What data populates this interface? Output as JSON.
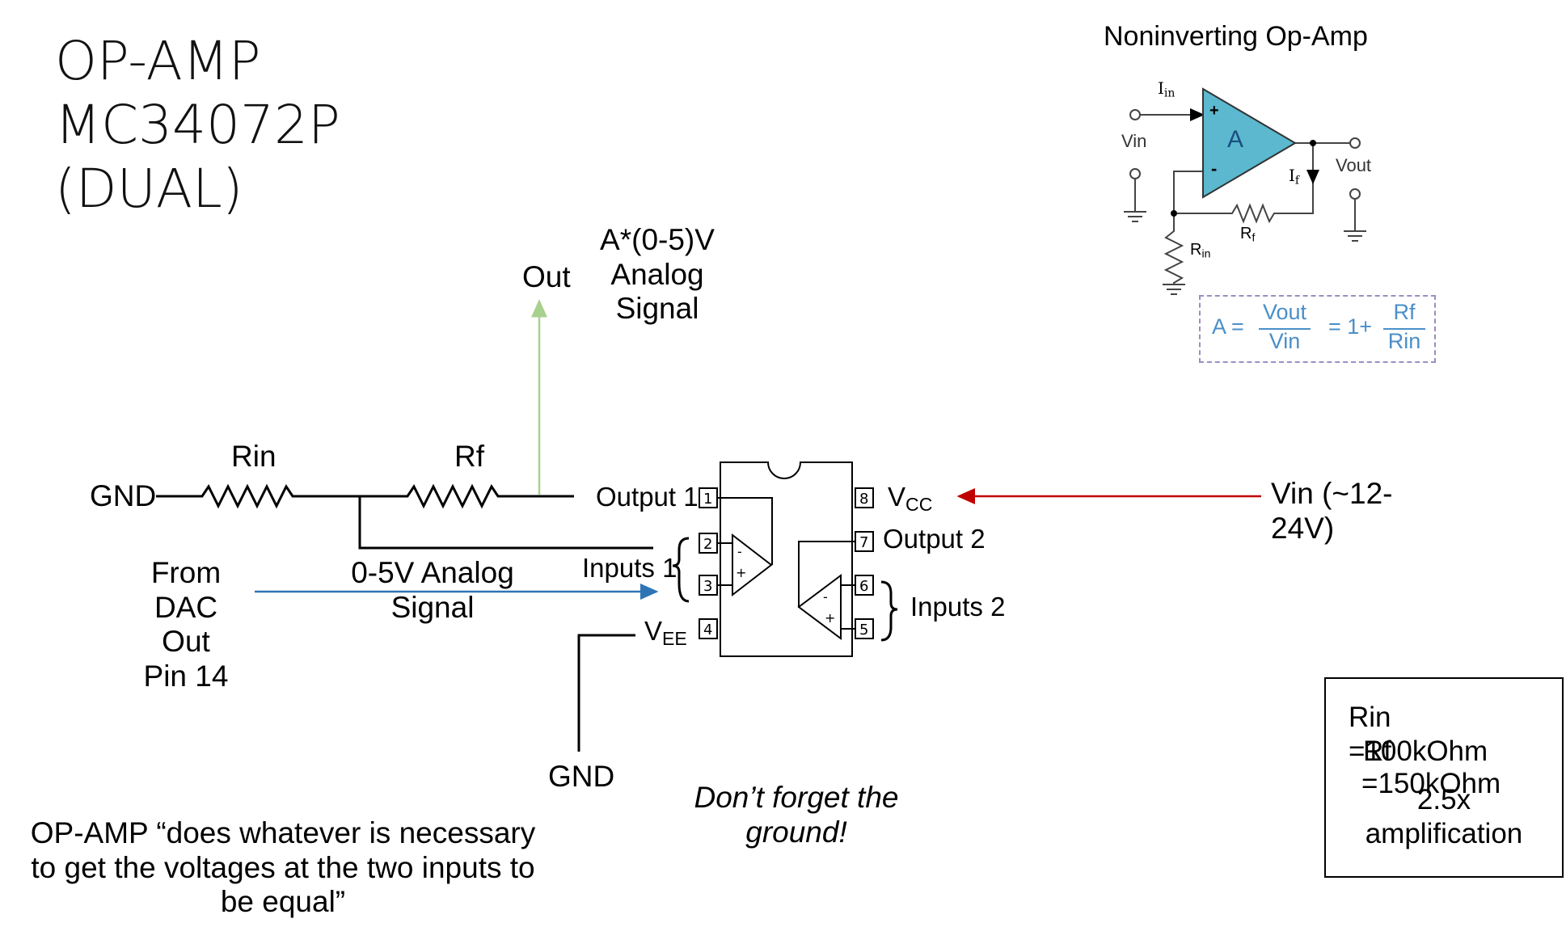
{
  "title": {
    "line1": "OP-AMP",
    "line2": "MC34072P",
    "line3": "(DUAL)"
  },
  "labels": {
    "gnd_left": "GND",
    "rin": "Rin",
    "rf": "Rf",
    "out": "Out",
    "out_signal": {
      "line1": "A*(0-5)V",
      "line2": "Analog",
      "line3": "Signal"
    },
    "dac": {
      "line1": "From",
      "line2": "DAC",
      "line3": "Out",
      "line4": "Pin 14"
    },
    "analog_in": {
      "line1": "0-5V Analog",
      "line2": "Signal"
    },
    "gnd_bottom": "GND",
    "vin_supply": {
      "line1": "Vin (~12-",
      "line2": "24V)"
    },
    "reminder": {
      "line1": "Don’t forget the",
      "line2": "ground!"
    },
    "quote": {
      "line1": "OP-AMP “does whatever is necessary",
      "line2": "to get the voltages at the two inputs to",
      "line3": "be equal”"
    }
  },
  "chip": {
    "output1": "Output 1",
    "inputs1": "Inputs 1",
    "vee": "V",
    "vee_sub": "EE",
    "vcc": "V",
    "vcc_sub": "CC",
    "output2": "Output 2",
    "inputs2": "Inputs 2",
    "pins": [
      "1",
      "2",
      "3",
      "4",
      "5",
      "6",
      "7",
      "8"
    ]
  },
  "reference": {
    "title": "Noninverting Op-Amp",
    "amp_letter": "A",
    "vin": "Vin",
    "vout": "Vout",
    "iin": "I",
    "iin_sub": "in",
    "if": "I",
    "if_sub": "f",
    "rf": "R",
    "rf_sub": "f",
    "rin": "R",
    "rin_sub": "in",
    "plus": "+",
    "minus": "-",
    "formula": {
      "a_eq": "A =",
      "num1": "Vout",
      "den1": "Vin",
      "eq_one_plus": "= 1+",
      "num2": "Rf",
      "den2": "Rin"
    }
  },
  "values_box": {
    "rin_line1": "Rin",
    "rin_line2": "=100kOhm",
    "rf_line1": "Rf",
    "rf_line2": "=150kOhm",
    "gain_line1": "2.5x",
    "gain_line2": "amplification"
  },
  "colors": {
    "out_arrow": "#a9d18e",
    "signal_arrow": "#2e75b6",
    "supply_arrow": "#c00000",
    "amp_fill": "#5bb8cf",
    "formula_text": "#4a8fc9",
    "formula_border": "#9a8fc2"
  },
  "icons": [
    "resistor-icon",
    "op-amp-icon",
    "arrow-icon",
    "ground-icon"
  ]
}
